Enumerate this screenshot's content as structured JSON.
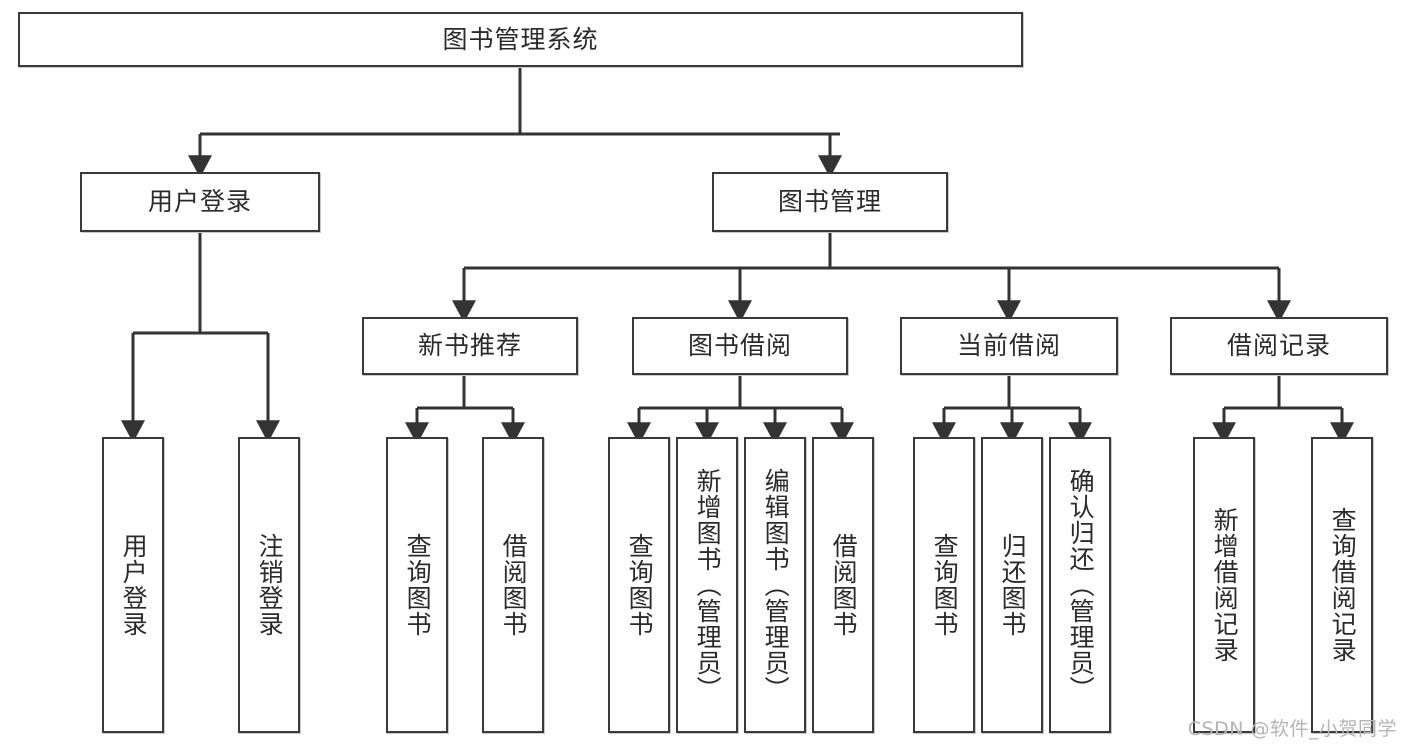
{
  "diagram": {
    "title": "图书管理系统",
    "type": "tree-hierarchy",
    "watermark": "CSDN @软件_小贺同学",
    "colors": {
      "border": "#3a3a3a",
      "text": "#2b2b2b",
      "background": "#ffffff",
      "edge": "#333333",
      "watermark": "#b4b4b4"
    }
  },
  "root": {
    "label": "图书管理系统"
  },
  "level2": [
    {
      "label": "用户登录"
    },
    {
      "label": "图书管理"
    }
  ],
  "level3": [
    {
      "label": "新书推荐"
    },
    {
      "label": "图书借阅"
    },
    {
      "label": "当前借阅"
    },
    {
      "label": "借阅记录"
    }
  ],
  "leaves": {
    "user_login": [
      {
        "label": "用户登录"
      },
      {
        "label": "注销登录"
      }
    ],
    "new_book_recommend": [
      {
        "label": "查询图书"
      },
      {
        "label": "借阅图书"
      }
    ],
    "book_borrow": [
      {
        "label": "查询图书"
      },
      {
        "label": "新增图书（管理员）"
      },
      {
        "label": "编辑图书（管理员）"
      },
      {
        "label": "借阅图书"
      }
    ],
    "current_borrow": [
      {
        "label": "查询图书"
      },
      {
        "label": "归还图书"
      },
      {
        "label": "确认归还（管理员）"
      }
    ],
    "borrow_record": [
      {
        "label": "新增借阅记录"
      },
      {
        "label": "查询借阅记录"
      }
    ]
  }
}
